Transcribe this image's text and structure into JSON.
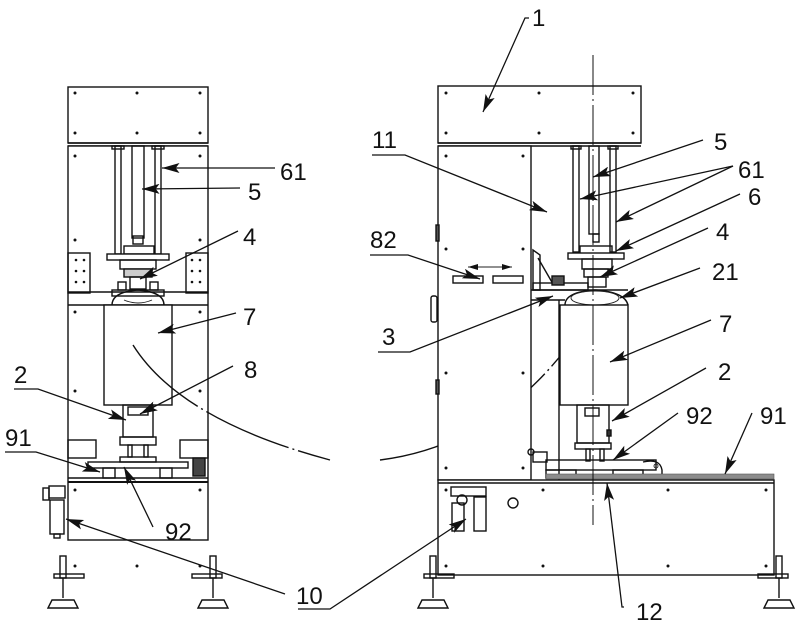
{
  "figure": {
    "description": "Mechanical drawing of a machine shown in two views (front view left, side view right) with reference numerals",
    "views": [
      "front-view",
      "side-view"
    ]
  },
  "labels": {
    "front_view": {
      "l61": "61",
      "l5": "5",
      "l4": "4",
      "l7": "7",
      "l8": "8",
      "l2": "2",
      "l91": "91",
      "l92": "92",
      "l10": "10"
    },
    "side_view": {
      "l1": "1",
      "l11": "11",
      "l5": "5",
      "l61": "61",
      "l6": "6",
      "l82": "82",
      "l4": "4",
      "l21": "21",
      "l3": "3",
      "l7": "7",
      "l2": "2",
      "l92": "92",
      "l91": "91",
      "l12": "12"
    }
  }
}
